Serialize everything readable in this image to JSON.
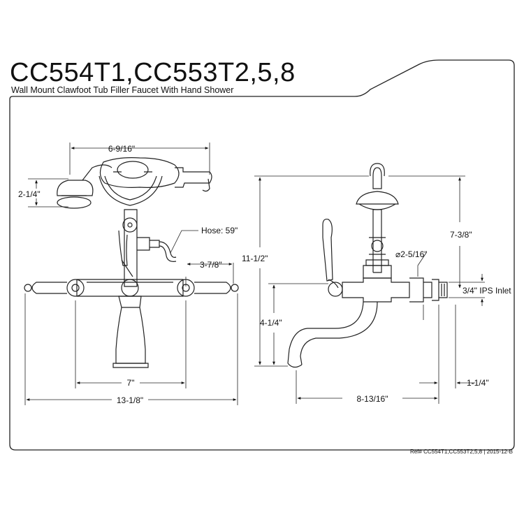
{
  "title": "CC554T1,CC553T2,5,8",
  "subtitle": "Wall Mount Clawfoot Tub Filler Faucet  With Hand Shower",
  "front_view": {
    "handshower_width": "6-9/16\"",
    "handshower_height": "2-1/4\"",
    "hose_length": "Hose: 59\"",
    "handle_offset": "3-7/8\"",
    "center_spacing": "7\"",
    "overall_width": "13-1/8\""
  },
  "side_view": {
    "overall_height": "11-1/2\"",
    "upper_height": "7-3/8\"",
    "flange_diameter": "⌀2-5/16\"",
    "inlet": "3/4\" IPS Inlet",
    "spout_height": "4-1/4\"",
    "spout_reach": "8-13/16\"",
    "wall_offset": "1-1/4\""
  },
  "reference": "Ref# CC554T1,CC553T2,5,8 | 2015-12-B"
}
